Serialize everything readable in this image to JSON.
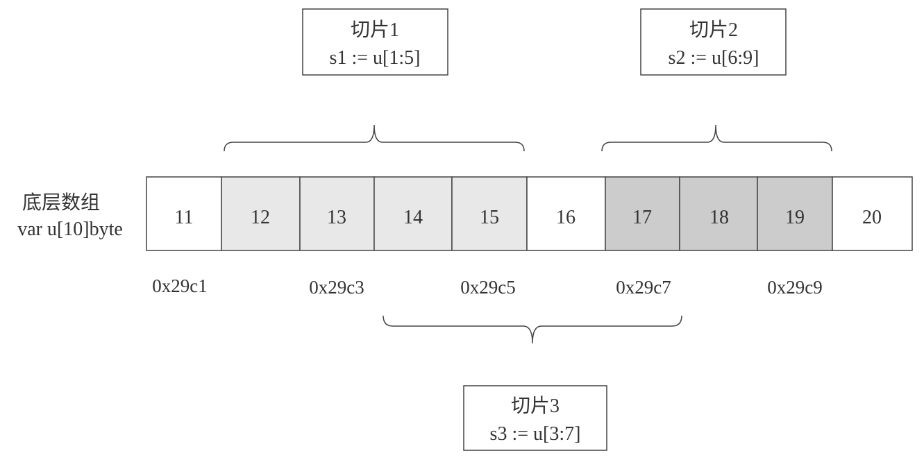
{
  "array": {
    "label_line1": "底层数组",
    "label_line2": "var u[10]byte",
    "cells": [
      {
        "value": "11",
        "fill": "#ffffff"
      },
      {
        "value": "12",
        "fill": "#e8e8e8"
      },
      {
        "value": "13",
        "fill": "#e8e8e8"
      },
      {
        "value": "14",
        "fill": "#e8e8e8"
      },
      {
        "value": "15",
        "fill": "#e8e8e8"
      },
      {
        "value": "16",
        "fill": "#ffffff"
      },
      {
        "value": "17",
        "fill": "#cccccc"
      },
      {
        "value": "18",
        "fill": "#cccccc"
      },
      {
        "value": "19",
        "fill": "#cccccc"
      },
      {
        "value": "20",
        "fill": "#ffffff"
      }
    ]
  },
  "addresses": [
    "0x29c1",
    "0x29c3",
    "0x29c5",
    "0x29c7",
    "0x29c9"
  ],
  "slices": [
    {
      "title": "切片1",
      "expr": "s1 := u[1:5]"
    },
    {
      "title": "切片2",
      "expr": "s2 := u[6:9]"
    },
    {
      "title": "切片3",
      "expr": "s3 := u[3:7]"
    }
  ]
}
